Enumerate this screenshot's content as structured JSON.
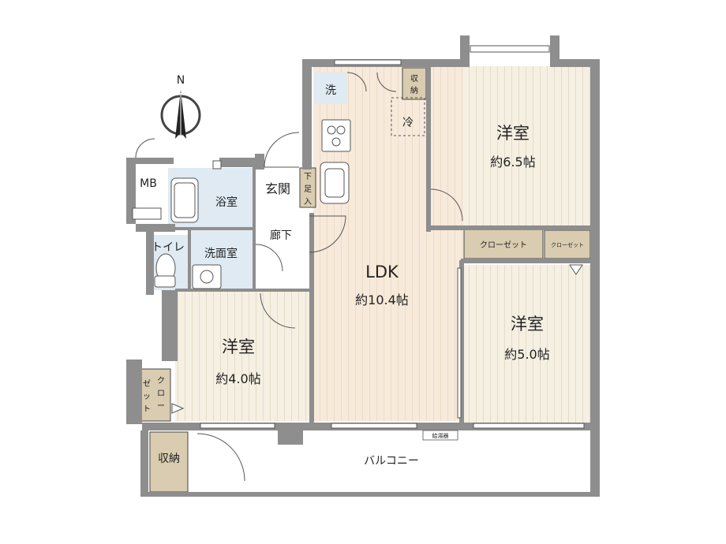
{
  "compass": {
    "north": "N"
  },
  "rooms": {
    "western_room_ne": {
      "name": "洋室",
      "size": "約6.5帖"
    },
    "western_room_se": {
      "name": "洋室",
      "size": "約5.0帖"
    },
    "western_room_sw": {
      "name": "洋室",
      "size": "約4.0帖"
    },
    "ldk": {
      "name": "LDK",
      "size": "約10.4帖"
    }
  },
  "labels": {
    "laundry": "洗",
    "storage_top": [
      "収",
      "納"
    ],
    "fridge": "冷",
    "meter_box": "MB",
    "bathroom": "浴室",
    "entrance": "玄関",
    "shoe_storage": [
      "下",
      "足",
      "入"
    ],
    "toilet": "トイレ",
    "washroom": "洗面室",
    "hallway": "廊下",
    "closet_mid": "クローゼット",
    "closet_small": "クローゼット",
    "closet_left_col1": [
      "ク",
      "ロ",
      "ー"
    ],
    "closet_left_col2": [
      "ゼ",
      "ッ",
      "ト"
    ],
    "storage_balcony": "収納",
    "balcony": "バルコニー",
    "water_heater": "給湯器"
  },
  "colors": {
    "wall": "#8e8e8e",
    "floor_wood": "#f6f0e3",
    "floor_ldk": "#f7eadb",
    "wet_area": "#dfeaf2",
    "storage": "#d9ccb0",
    "line": "#444444"
  }
}
